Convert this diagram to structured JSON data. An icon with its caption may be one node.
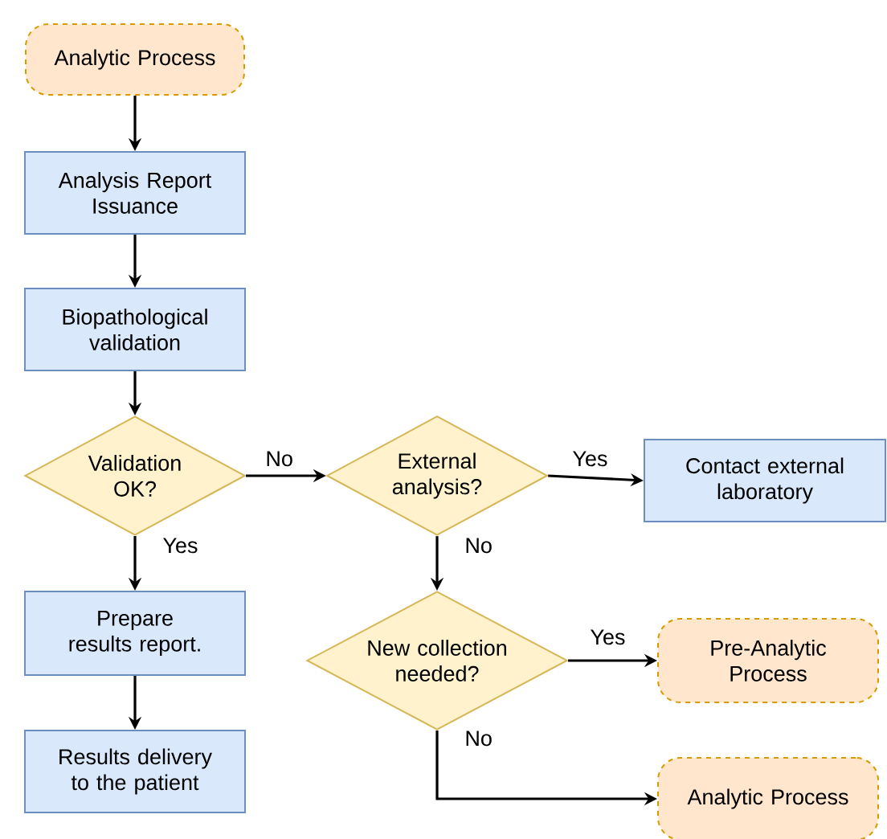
{
  "diagram": {
    "nodes": [
      {
        "text": [
          "Analytic Process"
        ]
      },
      {
        "text": [
          "Analysis Report Issuance"
        ]
      },
      {
        "text": [
          "Biopathological validation"
        ]
      },
      {
        "text": [
          "Validation OK?"
        ]
      },
      {
        "text": [
          "External analysis?"
        ]
      },
      {
        "text": [
          "Contact external laboratory"
        ]
      },
      {
        "text": [
          "Prepare results report."
        ]
      },
      {
        "text": [
          "New collection needed?"
        ]
      },
      {
        "text": [
          "Pre-Analytic Process"
        ]
      },
      {
        "text": [
          "Results delivery to the patient"
        ]
      },
      {
        "text": [
          "Analytic Process"
        ]
      }
    ],
    "edges": [
      {
        "from": 0,
        "to": 1,
        "arrow": "to"
      },
      {
        "from": 1,
        "to": 2,
        "arrow": "to"
      },
      {
        "from": 2,
        "to": 3,
        "arrow": "to"
      },
      {
        "from": 3,
        "to": 4,
        "arrow": "to",
        "label": "No"
      },
      {
        "from": 3,
        "to": 6,
        "arrow": "to",
        "label": "Yes"
      },
      {
        "from": 4,
        "to": 5,
        "arrow": "to",
        "label": "Yes"
      },
      {
        "from": 4,
        "to": 7,
        "arrow": "to",
        "label": "No"
      },
      {
        "from": 7,
        "to": 8,
        "arrow": "to",
        "label": "Yes"
      },
      {
        "from": 7,
        "to": 10,
        "arrow": "to",
        "label": "No"
      },
      {
        "from": 6,
        "to": 9,
        "arrow": "to"
      }
    ]
  }
}
